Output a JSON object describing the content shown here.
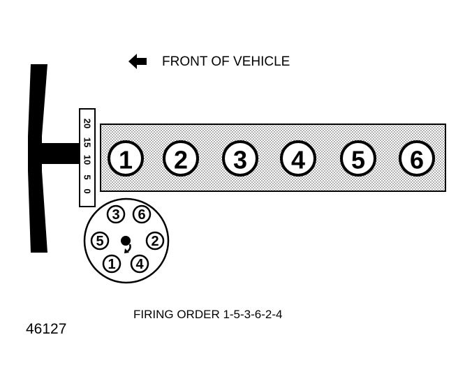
{
  "front_label": "FRONT OF VEHICLE",
  "timing_marks": [
    "20",
    "15",
    "10",
    "5",
    "0"
  ],
  "cylinders": [
    "1",
    "2",
    "3",
    "4",
    "5",
    "6"
  ],
  "distributor": {
    "terminals": [
      "3",
      "6",
      "5",
      "2",
      "1",
      "4"
    ]
  },
  "firing_order_label": "FIRING ORDER 1-5-3-6-2-4",
  "figure_id": "46127"
}
